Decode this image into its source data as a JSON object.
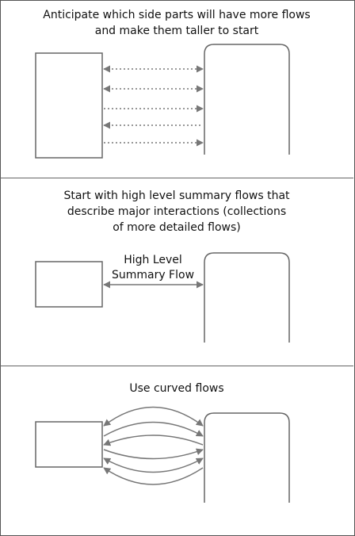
{
  "panels": [
    {
      "caption": "Anticipate which side parts will have more flows\nand make them taller to start"
    },
    {
      "caption": "Start with high level summary flows that\ndescribe major interactions (collections\nof more detailed  flows)",
      "flow_label": "High Level\nSummary Flow"
    },
    {
      "caption": "Use curved flows"
    }
  ],
  "colors": {
    "stroke": "#666666",
    "arrow": "#777777",
    "border": "#555555"
  }
}
